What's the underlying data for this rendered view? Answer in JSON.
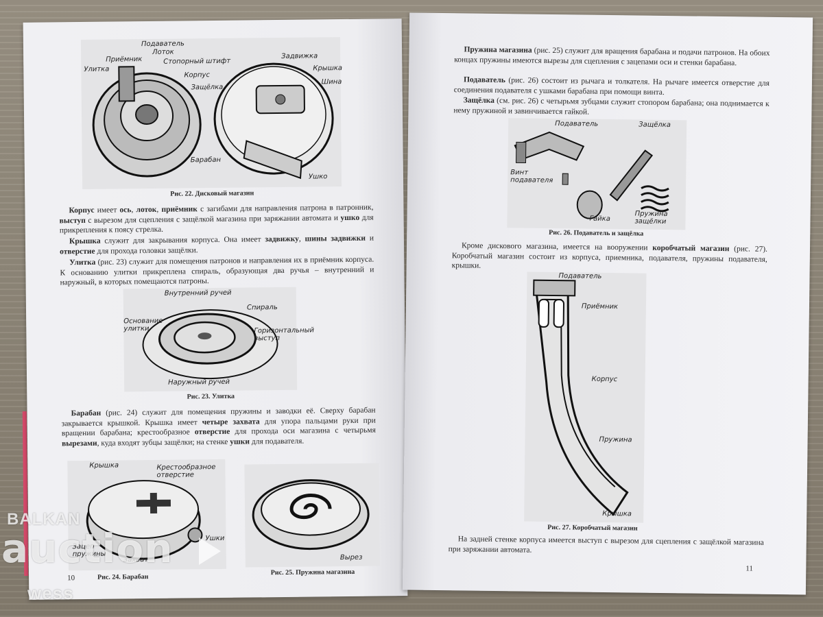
{
  "left_page": {
    "page_number": "10",
    "fig22": {
      "caption": "Рис. 22. Дисковый магазин",
      "labels": [
        "Подаватель",
        "Лоток",
        "Стопорный штифт",
        "Корпус",
        "Защёлка",
        "Задвижка",
        "Крышка",
        "Шина",
        "Улитка",
        "Приёмник",
        "Барабан",
        "Ушко"
      ]
    },
    "para1": {
      "t1": "Корпус",
      "t2": " имеет ",
      "t3": "ось",
      "t4": ", ",
      "t5": "лоток",
      "t6": ", ",
      "t7": "приёмник",
      "t8": " с загибами для направления патрона в патронник, ",
      "t9": "выступ",
      "t10": " с вырезом для сцепления с защёлкой магазина при заряжании автомата и ",
      "t11": "ушко",
      "t12": " для прикрепления к поясу стрелка."
    },
    "para2": {
      "t1": "Крышка",
      "t2": " служит для закрывания корпуса. Она имеет ",
      "t3": "задвижку",
      "t4": ", ",
      "t5": "шины задвижки",
      "t6": " и ",
      "t7": "отверстие",
      "t8": " для прохода головки защёлки."
    },
    "para3": {
      "t1": "Улитка",
      "t2": " (рис. 23) служит для помещения патронов и направления их в приёмник корпуса. К основанию улитки прикреплена спираль, образующая два ручья – внутренний и наружный, в которых помещаются патроны."
    },
    "fig23": {
      "caption": "Рис. 23. Улитка",
      "labels": [
        "Внутренний ручей",
        "Спираль",
        "Основание улитки",
        "Горизонтальный выступ",
        "Наружный ручей"
      ]
    },
    "para4": {
      "t1": "Барабан",
      "t2": " (рис. 24) служит для помещения пружины и заводки её. Сверху барабан закрывается крышкой. Крышка имеет ",
      "t3": "четыре захвата",
      "t4": " для упора пальцами руки при вращении барабана; крестообразное ",
      "t5": "отверстие",
      "t6": " для прохода оси магазина с четырьмя ",
      "t7": "вырезами",
      "t8": ", куда входят зубцы защёлки; на стенке ",
      "t9": "ушки",
      "t10": " для подавателя."
    },
    "fig24": {
      "caption": "Рис. 24. Барабан",
      "labels": [
        "Крышка",
        "Крестообразное отверстие",
        "Ушки",
        "Зацеп пружины",
        "Захват"
      ]
    },
    "fig25": {
      "caption": "Рис. 25. Пружина магазина",
      "labels": [
        "Вырез"
      ]
    }
  },
  "right_page": {
    "page_number": "11",
    "para1": {
      "t1": "Пружина магазина",
      "t2": " (рис. 25) служит для вращения барабана и подачи патронов. На обоих концах пружины имеются вырезы для сцепления с зацепами оси и стенки барабана."
    },
    "para2": {
      "t1": "Подаватель",
      "t2": " (рис. 26) состоит из рычага и толкателя. На рычаге имеется отверстие для соединения подавателя с ушками барабана при помощи винта."
    },
    "para3": {
      "t1": "Защёлка",
      "t2": " (см. рис. 26) с четырьмя зубцами служит стопором барабана; она поднимается к нему пружиной и завинчивается гайкой."
    },
    "fig26": {
      "caption": "Рис. 26. Подаватель и защёлка",
      "labels": [
        "Подаватель",
        "Защёлка",
        "Винт подавателя",
        "Гайка",
        "Пружина защёлки"
      ]
    },
    "para4": {
      "t1": "Кроме дискового магазина, имеется на вооружении ",
      "t2": "коробчатый магазин",
      "t3": " (рис. 27). Коробчатый магазин состоит из корпуса, приемника, подавателя, пружины подавателя, крышки."
    },
    "fig27": {
      "caption": "Рис. 27. Коробчатый магазин",
      "labels": [
        "Подаватель",
        "Приёмник",
        "Корпус",
        "Пружина",
        "Крышка"
      ]
    },
    "para5": {
      "t1": "На задней стенке корпуса имеется выступ с вырезом для сцепления с защёлкой магазина при заряжании автомата."
    }
  },
  "watermark": {
    "line1": "BALKAN",
    "line2": "auction",
    "line3": "wess"
  }
}
